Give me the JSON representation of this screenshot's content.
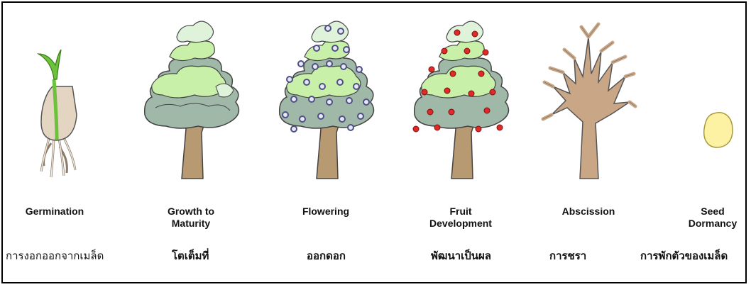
{
  "stages": [
    {
      "id": "germination",
      "label_en": "Germination",
      "label_th": "การงอกออกจากเมล็ด"
    },
    {
      "id": "growth",
      "label_en": "Growth to\nMaturity",
      "label_th": "โตเต็มที่"
    },
    {
      "id": "flowering",
      "label_en": "Flowering",
      "label_th": "ออกดอก"
    },
    {
      "id": "fruit",
      "label_en": "Fruit\nDevelopment",
      "label_th": "พัฒนาเป็นผล"
    },
    {
      "id": "abscission",
      "label_en": "Abscission",
      "label_th": "การชรา"
    },
    {
      "id": "dormancy",
      "label_en": "Seed\nDormancy",
      "label_th": "การพักตัวของเมล็ด"
    }
  ],
  "colors": {
    "border": "#000000",
    "leaf_dark": "#9fb8a8",
    "leaf_light": "#c8f0a8",
    "leaf_pale": "#dff3da",
    "trunk": "#b89a72",
    "branch": "#c8a686",
    "sprout": "#6cc23a",
    "seed": "#fdf2a4",
    "fruit": "#e02a2a",
    "flower": "#4d4f86",
    "outline": "#333333"
  },
  "icons": [
    "seedling-icon",
    "tree-icon",
    "flowering-tree-icon",
    "fruit-tree-icon",
    "bare-tree-icon",
    "seed-icon"
  ]
}
